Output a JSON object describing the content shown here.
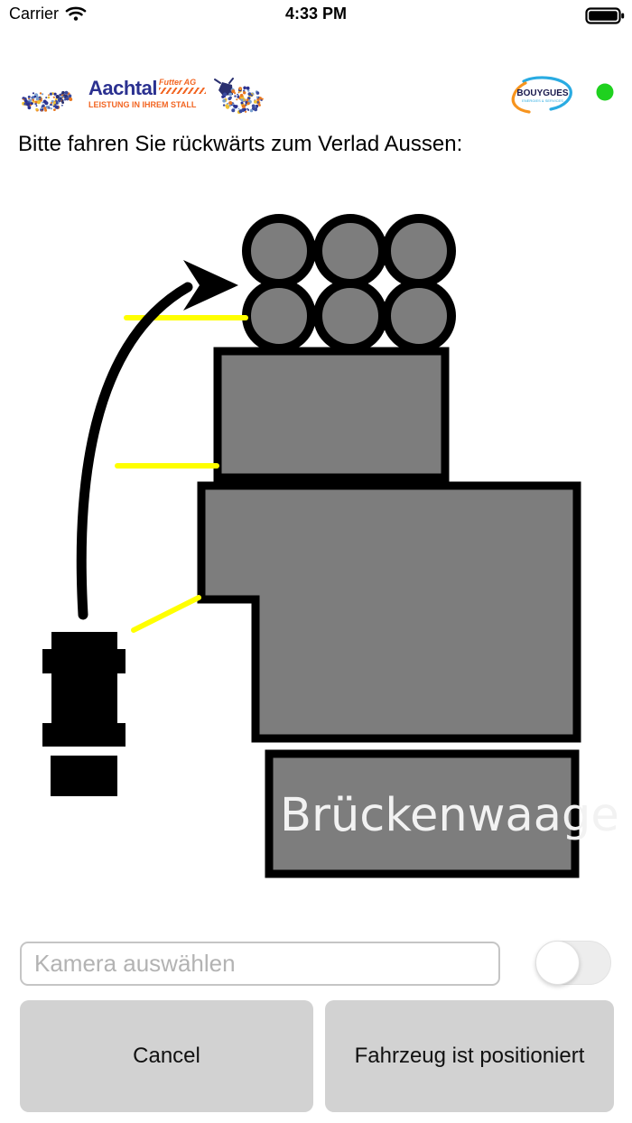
{
  "status_bar": {
    "carrier": "Carrier",
    "time": "4:33 PM"
  },
  "header": {
    "aachtal_logo": {
      "title": "Aachtal",
      "suffix": "Futter AG",
      "tagline": "LEISTUNG IN IHREM STALL"
    },
    "bouygues_logo": {
      "title": "BOUYGUES",
      "subtitle": "ENERGIES & SERVICES"
    },
    "connection_dot_color": "#1fd11f"
  },
  "instruction": "Bitte fahren Sie rückwärts zum Verlad Aussen:",
  "diagram": {
    "building_label": "Brückenwaage",
    "colors": {
      "building_fill": "#7d7d7d",
      "outline": "#000000",
      "guide_line": "#ffff00",
      "vehicle": "#000000"
    }
  },
  "controls": {
    "camera_input": {
      "placeholder": "Kamera auswählen",
      "value": ""
    },
    "camera_toggle": {
      "state": "off"
    },
    "cancel_button": "Cancel",
    "confirm_button": "Fahrzeug ist positioniert"
  }
}
